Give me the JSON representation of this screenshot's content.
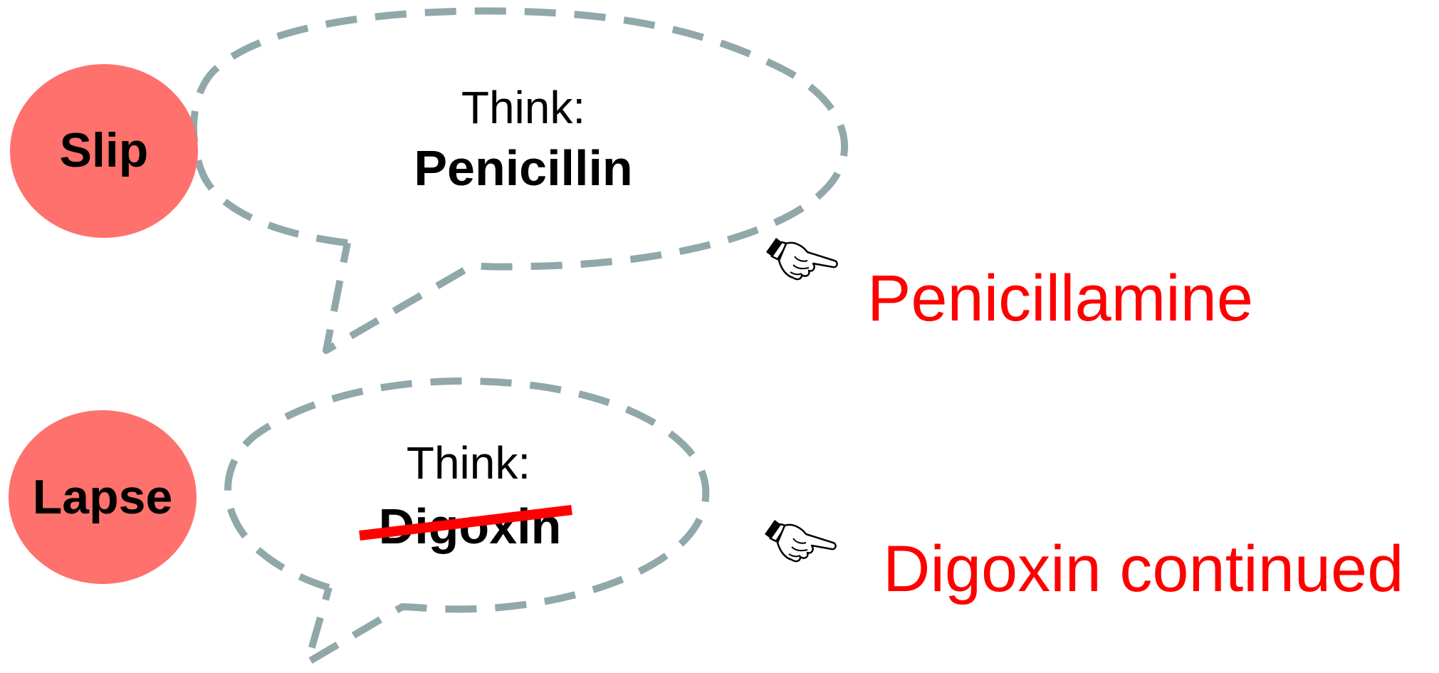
{
  "colors": {
    "circle_fill": "#ff716c",
    "bubble_dash": "#91a8ab",
    "accent_red": "#ff0000",
    "text_dark": "#000000"
  },
  "slip": {
    "label": "Slip",
    "think_label": "Think:",
    "think_value": "Penicillin",
    "pointer_icon": "pointing-hand-icon",
    "outcome": "Penicillamine"
  },
  "lapse": {
    "label": "Lapse",
    "think_label": "Think:",
    "think_value": "Digoxin",
    "think_value_struck": true,
    "pointer_icon": "pointing-hand-icon",
    "outcome": "Digoxin continued"
  }
}
